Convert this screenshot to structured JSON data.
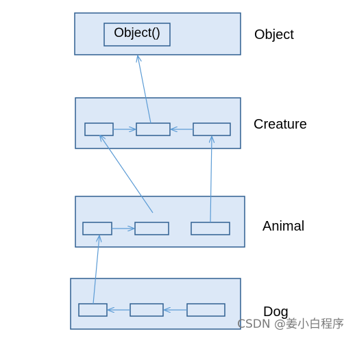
{
  "colors": {
    "box_fill": "#dce8f7",
    "box_stroke": "#2f5f91",
    "arrow": "#5b9bd5"
  },
  "diagram": {
    "object": {
      "label": "Object",
      "method": "Object()"
    },
    "creature": {
      "label": "Creature"
    },
    "animal": {
      "label": "Animal"
    },
    "dog": {
      "label": "Dog"
    }
  },
  "watermark": "CSDN @姜小白程序"
}
